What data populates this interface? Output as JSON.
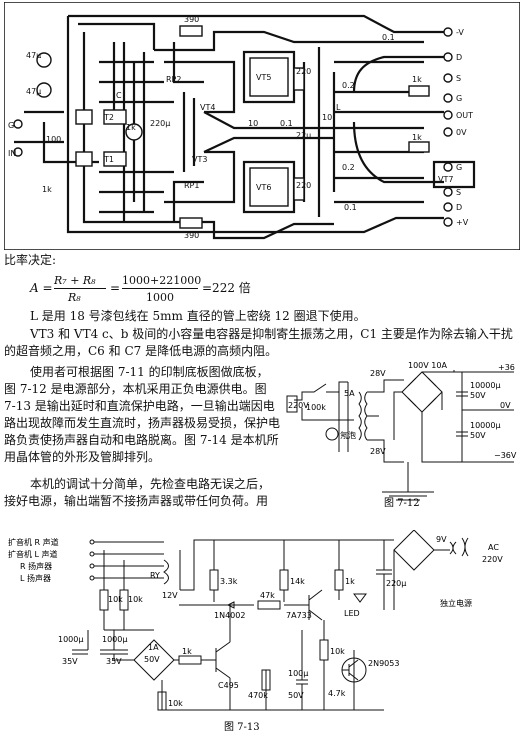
{
  "pcb_figure": {
    "terminals_right": [
      "-V",
      "D",
      "S",
      "G",
      "OUT",
      "0V",
      "G",
      "S",
      "D",
      "+V"
    ],
    "terminals_left": [
      "G",
      "IN"
    ],
    "labels": {
      "c01a": "0.1",
      "c01b": "0.1",
      "r390a": "390",
      "r390b": "390",
      "r220a": "220",
      "r220b": "220",
      "r02a": "0.2",
      "r02b": "0.2",
      "r1ka": "1k",
      "r1kb": "1k",
      "r1kc": "1k",
      "r1kd": "1k",
      "r10a": "10",
      "r10b": "10",
      "r100": "100",
      "c01m": "0.1",
      "c22u": "22u",
      "c220u": "220μ",
      "c47a": "47μ",
      "c47b": "47μ",
      "vt5": "VT5",
      "vt6": "VT6",
      "vt4": "VT4",
      "vt3": "VT3",
      "vt7": "VT7",
      "rp1": "RP1",
      "rp2": "RP2",
      "t1": "T1",
      "t2": "T2",
      "c": "C",
      "l": "L"
    }
  },
  "text": {
    "heading": "比率决定:",
    "formula_lhs": "A =",
    "formula_num": "R₇ + R₈",
    "formula_den": "R₈",
    "formula_eq": "=",
    "formula_num2": "1000+221000",
    "formula_den2": "1000",
    "formula_result": "=222 倍",
    "line_l": "L 是用 18 号漆包线在 5mm 直径的管上密绕 12 圈退下使用。",
    "para_vt": "VT3 和 VT4 c、b 极间的小容量电容器是抑制寄生振荡之用，C1 主要是作为除去输入干扰的超音频之用，C6 和 C7 是降低电源的高频内阻。",
    "para_use": "使用者可根据图 7-11 的印制底板图做底板，图 7-12 是电源部分，本机采用正负电源供电。图 7-13 是输出延时和直流保护电路，一旦输出端因电路出现故障而发生直流时，扬声器极易受损，保护电路负责使扬声器自动和电路脱离。图 7-14 是本机所用晶体管的外形及管脚排列。",
    "para_debug": "本机的调试十分简单，先检查电路无误之后，接好电源，输出端暂不接扬声器或带任何负荷。用"
  },
  "fig712": {
    "caption": "图 7-12",
    "labels": {
      "v220": "220V",
      "r100k": "100k",
      "neon": "氖泡",
      "fuse": "5A",
      "v28a": "28V",
      "v28b": "28V",
      "diode": "100V 10A",
      "c1": "10000μ",
      "c1v": "50V",
      "c2": "10000μ",
      "c2v": "50V",
      "p36": "+36",
      "n36": "−36V",
      "gnd": "0V"
    }
  },
  "fig713": {
    "caption": "图 7-13",
    "inputs": [
      "扩音机 R 声道",
      "扩音机 L 声道",
      "R 扬声器",
      "L 扬声器"
    ],
    "labels": {
      "ry": "RY",
      "v12": "12V",
      "r33k": "3.3k",
      "r14k": "14k",
      "r1k": "1k",
      "c220": "220μ",
      "v9": "9V",
      "ac": "AC",
      "ac220": "220V",
      "tr": "独立电源",
      "r10ka": "10k",
      "r10kb": "10k",
      "c1000a": "1000μ",
      "c1000b": "1000μ",
      "v35a": "35V",
      "v35b": "35V",
      "d1a": "1A",
      "d50v": "50V",
      "r47k": "47k",
      "d4002": "1N4002",
      "q733": "7A733",
      "led": "LED",
      "r10kc": "10k",
      "r1kb": "1k",
      "q495": "C495",
      "r10kd": "10k",
      "r470k": "470k",
      "c100": "100μ",
      "c100v": "50V",
      "r47": "4.7k",
      "q9053": "2N9053"
    }
  }
}
